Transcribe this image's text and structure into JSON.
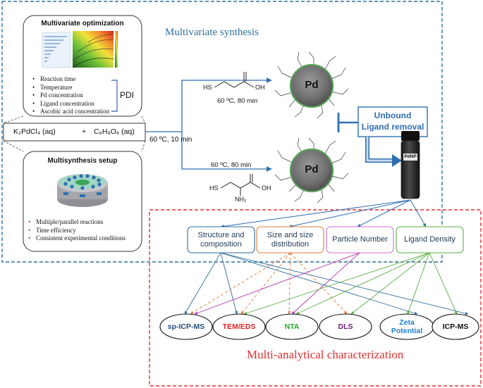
{
  "top_title": "Multivariate synthesis",
  "bottom_title": "Multi-analytical characterization",
  "optimization": {
    "title": "Multivariate optimization",
    "items": [
      "Reaction time",
      "Temperature",
      "Pd concentration",
      "Ligand  concentration",
      "Ascobic acid concentration"
    ],
    "pdi_label": "PDI"
  },
  "reaction": {
    "reactant1": "K₂PdCl₄ (aq)",
    "plus": "+",
    "reactant2": "C₆H₈O₆ (aq)",
    "condition": "60 ºC, 10 min"
  },
  "setup": {
    "title": "Multisynthesis setup",
    "items": [
      "Multiple/parallel reactions",
      "Time efficiency",
      "Consistent experimental conditions"
    ]
  },
  "branches": {
    "top_condition": "60 ºC, 80 min",
    "bottom_condition": "60 ºC, 80 min",
    "particle_label": "Pd",
    "mpa": {
      "thiol": "HS",
      "acid": "OH"
    },
    "cys": {
      "thiol": "HS",
      "acid": "OH",
      "amine": "NH₂"
    }
  },
  "removal": {
    "line1": "Unbound",
    "line2": "Ligand removal"
  },
  "vial_label": "PdNP",
  "characteristics": [
    {
      "label": "Structure and composition",
      "color": "#2b6d9c"
    },
    {
      "label": "Size and size distribution",
      "color": "#e07b39"
    },
    {
      "label": "Particle Number",
      "color": "#d66ad6"
    },
    {
      "label": "Ligand Density",
      "color": "#5aac44"
    }
  ],
  "techniques": [
    {
      "label": "sp-ICP-MS",
      "color": "#1f4e79"
    },
    {
      "label": "TEM/EDS",
      "color": "#e02020"
    },
    {
      "label": "NTA",
      "color": "#22a822"
    },
    {
      "label": "DLS",
      "color": "#6a1b7a"
    },
    {
      "label": "Zeta Potential",
      "color": "#1f7fd0"
    },
    {
      "label": "ICP-MS",
      "color": "#111111"
    }
  ],
  "colors": {
    "blue_dash": "#2e6f9e",
    "red_dash": "#e23030",
    "arrow_blue": "#2f6fb0",
    "removal_text": "#2f6fb0",
    "heatmap_hot": "#d8201c",
    "heatmap_cool": "#2c6e2c"
  }
}
